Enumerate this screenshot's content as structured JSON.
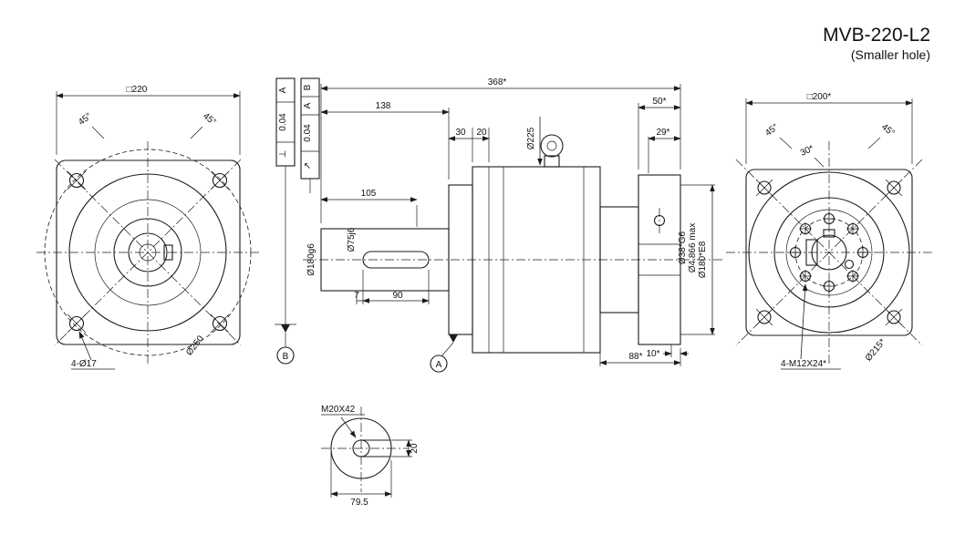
{
  "colors": {
    "accent": "#DD7535",
    "line": "#1c1c1c"
  },
  "title": {
    "model": "MVB-220-L2",
    "subtitle": "(Smaller hole)"
  },
  "front": {
    "square": "□220",
    "angle_left": "45°",
    "angle_right": "45°",
    "circle": "Ø250",
    "holes": "4-Ø17"
  },
  "side": {
    "gdt1": {
      "sym": "⊥",
      "tol": "0.04",
      "datum": "A"
    },
    "gdt2": {
      "sym": "↗",
      "tol": "0.04",
      "d1": "A",
      "d2": "B"
    },
    "len_total": "368*",
    "len_138": "138",
    "len_30": "30",
    "len_20": "20",
    "dia_housing": "Ø225",
    "len_50": "50*",
    "len_29": "29*",
    "len_105": "105",
    "dia_pilot": "Ø180g6",
    "dia_shaft": "Ø75j6",
    "len_7": "7",
    "len_90": "90",
    "datum_b": "B",
    "datum_a": "A",
    "dia_bore": "Ø38*G6",
    "dia_mid": "Ø4.866 max",
    "dia_spigot": "Ø180*E8",
    "len_10": "10*",
    "len_88": "88*"
  },
  "rear": {
    "square": "□200*",
    "angle_left": "45°",
    "angle_right": "45°",
    "angle_30": "30*",
    "holes": "4-M12X24*",
    "dia": "Ø215*"
  },
  "detail": {
    "thread": "M20X42",
    "width": "20",
    "dia": "79.5"
  }
}
